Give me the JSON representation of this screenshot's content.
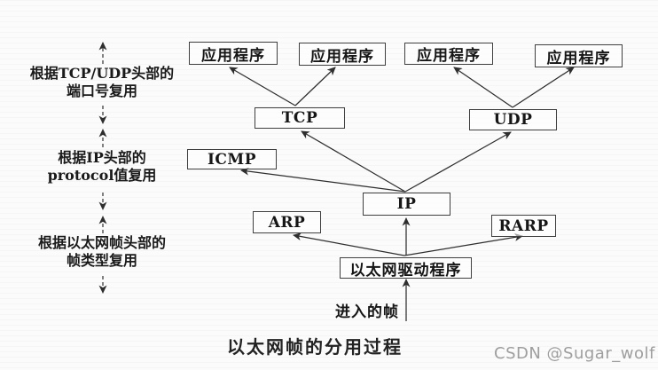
{
  "colors": {
    "ink": "#2e2e2e",
    "box_border": "#3f3f3f",
    "background": "#fbfbfb",
    "watermark_gray": "#9e9e9e"
  },
  "diagram": {
    "nodes": {
      "app1": "应用程序",
      "app2": "应用程序",
      "app3": "应用程序",
      "app4": "应用程序",
      "tcp": "TCP",
      "udp": "UDP",
      "icmp": "ICMP",
      "ip": "IP",
      "arp": "ARP",
      "rarp": "RARP",
      "driver": "以太网驱动程序"
    },
    "side_labels": [
      {
        "line1": "根据TCP/UDP头部的",
        "line2": "端口号复用"
      },
      {
        "line1": "根据IP头部的",
        "line2": "protocol值复用"
      },
      {
        "line1": "根据以太网帧头部的",
        "line2": "帧类型复用"
      }
    ],
    "incoming_frame_label": "进入的帧",
    "caption": "以太网帧的分用过程"
  },
  "watermark": "CSDN @Sugar_wolf"
}
